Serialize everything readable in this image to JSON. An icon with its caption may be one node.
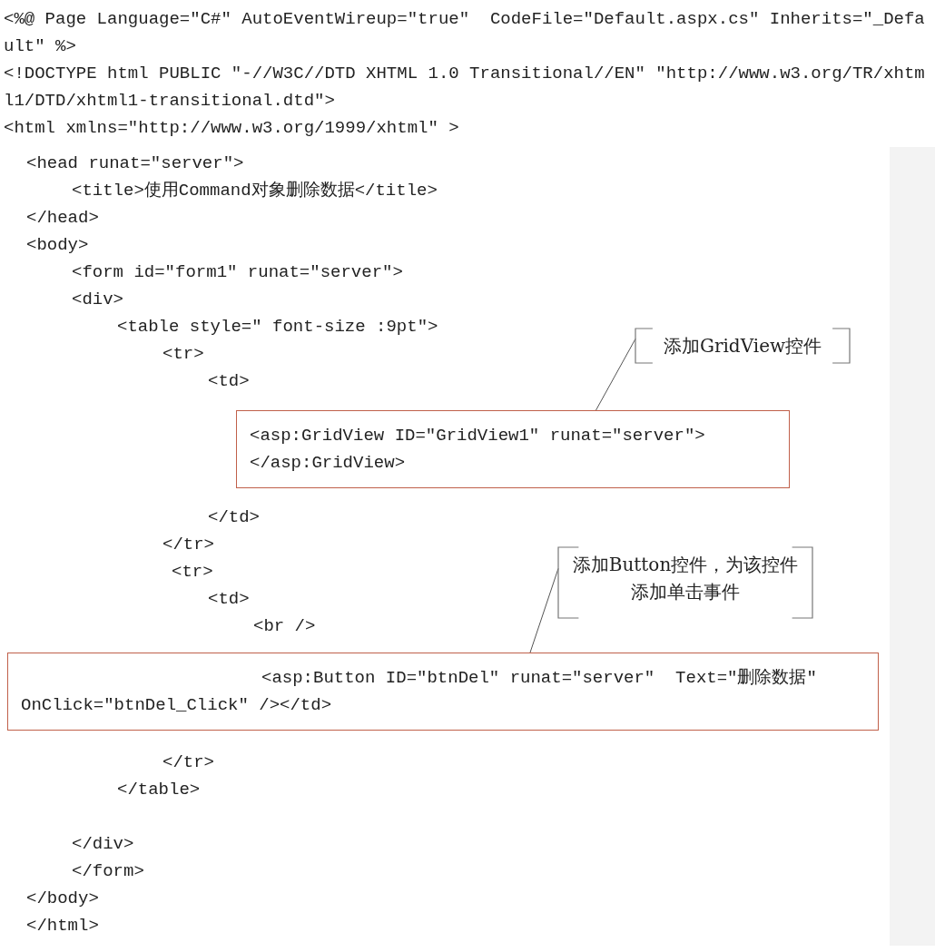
{
  "diagram": {
    "nodes": [
      {
        "text": [
          "添加GridView控件"
        ]
      },
      {
        "text": [
          "<asp:GridView ID=\"GridView1\" runat=\"server\"> </asp:GridView>"
        ]
      },
      {
        "text": [
          "添加Button控件，为该控件添加单击事件"
        ]
      },
      {
        "text": [
          "<asp:Button ID=\"btnDel\" runat=\"server\"  Text=\"删除数据\" OnClick=\"btnDel_Click\" /></td>"
        ]
      }
    ],
    "edges": [
      {
        "from": 0,
        "to": 1,
        "arrow": "none"
      },
      {
        "from": 2,
        "to": 3,
        "arrow": "none"
      }
    ],
    "labels": [
      "<%@ Page Language=\"C#\" AutoEventWireup=\"true\"  CodeFile=\"Default.aspx.cs\" Inherits=\"_Default\" %>",
      "<!DOCTYPE html PUBLIC \"-//W3C//DTD XHTML 1.0 Transitional//EN\" \"http://www.w3.org/TR/xhtml1/DTD/xhtml1-transitional.dtd\">",
      "<html xmlns=\"http://www.w3.org/1999/xhtml\" >",
      "<head runat=\"server\">",
      "<title>使用Command对象删除数据</title>",
      "</head>",
      "<body>",
      "<form id=\"form1\" runat=\"server\">",
      "<div>",
      "<table style=\" font-size :9pt\">",
      "<tr>",
      "<td>",
      "</td>",
      "</tr>",
      "<tr>",
      "<td>",
      "<br />",
      "</tr>",
      "</table>",
      "</div>",
      "</form>",
      "</body>",
      "</html>"
    ]
  }
}
